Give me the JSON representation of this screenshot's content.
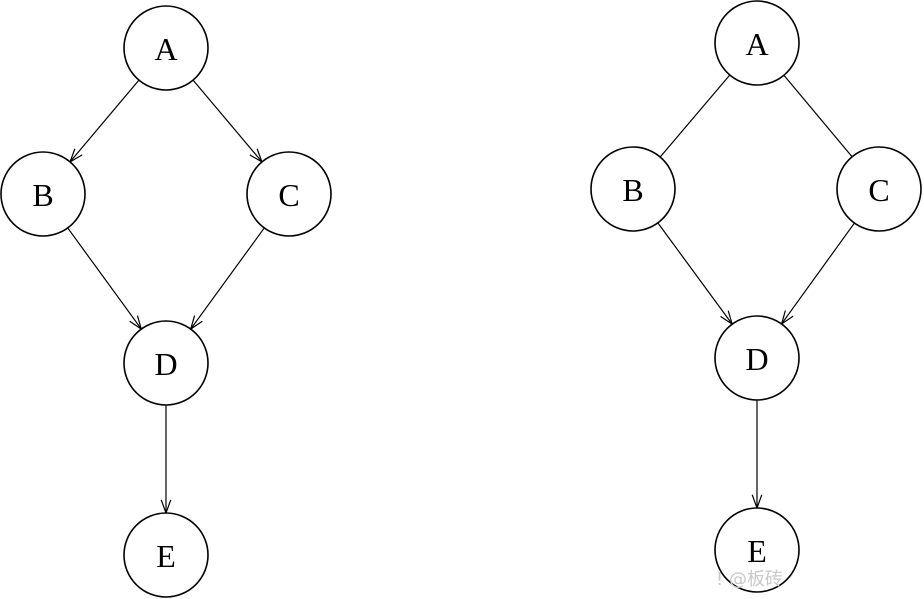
{
  "graphs": [
    {
      "id": "left",
      "nodes": [
        {
          "id": "A",
          "label": "A"
        },
        {
          "id": "B",
          "label": "B"
        },
        {
          "id": "C",
          "label": "C"
        },
        {
          "id": "D",
          "label": "D"
        },
        {
          "id": "E",
          "label": "E"
        }
      ],
      "edges": [
        {
          "from": "A",
          "to": "B",
          "directed": true
        },
        {
          "from": "A",
          "to": "C",
          "directed": true
        },
        {
          "from": "B",
          "to": "D",
          "directed": true
        },
        {
          "from": "C",
          "to": "D",
          "directed": true
        },
        {
          "from": "D",
          "to": "E",
          "directed": true
        }
      ]
    },
    {
      "id": "right",
      "nodes": [
        {
          "id": "A",
          "label": "A"
        },
        {
          "id": "B",
          "label": "B"
        },
        {
          "id": "C",
          "label": "C"
        },
        {
          "id": "D",
          "label": "D"
        },
        {
          "id": "E",
          "label": "E"
        }
      ],
      "edges": [
        {
          "from": "A",
          "to": "B",
          "directed": false
        },
        {
          "from": "A",
          "to": "C",
          "directed": false
        },
        {
          "from": "B",
          "to": "D",
          "directed": true
        },
        {
          "from": "C",
          "to": "D",
          "directed": true
        },
        {
          "from": "D",
          "to": "E",
          "directed": true
        }
      ]
    }
  ],
  "watermark": "! @板砖"
}
